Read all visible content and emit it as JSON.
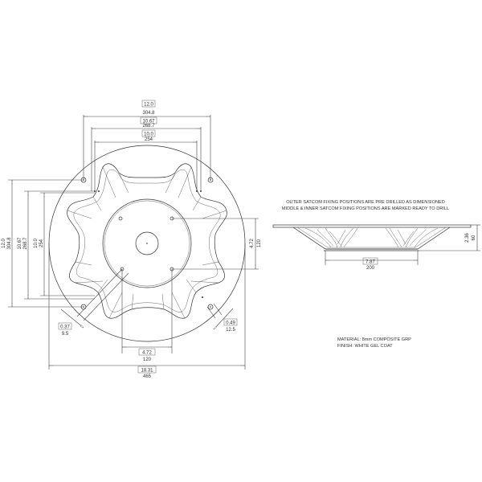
{
  "drawing": {
    "plan_view": {
      "top_dims": [
        {
          "inch": "12.0",
          "mm": "304.8"
        },
        {
          "inch": "10.67",
          "mm": "268.7"
        },
        {
          "inch": "10.0",
          "mm": "254"
        }
      ],
      "left_dims": [
        {
          "inch": "12.0",
          "mm": "304.8"
        },
        {
          "inch": "10.67",
          "mm": "268.7"
        },
        {
          "inch": "10.0",
          "mm": "254"
        }
      ],
      "right_dim": {
        "inch": "4.72",
        "mm": "120"
      },
      "bottom_inner_dim": {
        "inch": "4.72",
        "mm": "120"
      },
      "overall_dim": {
        "inch": "18.31",
        "mm": "465"
      },
      "hole_left": {
        "inch": "0.37",
        "mm": "9.5"
      },
      "hole_right": {
        "inch": "0.49",
        "mm": "12.5"
      }
    },
    "side_view": {
      "height_dim": {
        "inch": "2.36",
        "mm": "60"
      },
      "base_dim": {
        "inch": "7.87",
        "mm": "200"
      }
    },
    "notes": {
      "line1": "OUTER SATCOM FIXING POSITIONS ARE PRE DRILLED AS DIMENSIONED",
      "line2": "MIDDLE & INNER SATCOM FIXING POSITIONS ARE MARKED READY TO DRILL",
      "material": "MATERIAL: 8mm COMPOSITE GRP",
      "finish": "FINISH: WHITE GEL COAT"
    }
  }
}
